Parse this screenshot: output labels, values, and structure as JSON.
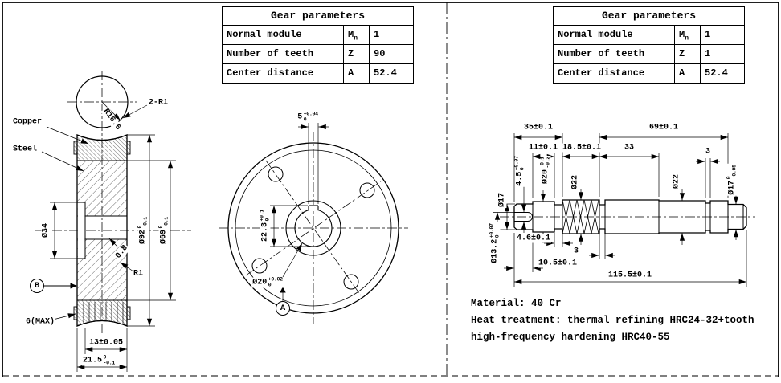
{
  "tables": {
    "wheel": {
      "title": "Gear parameters",
      "rows": [
        {
          "label": "Normal module",
          "sym": "M",
          "sub": "n",
          "val": "1"
        },
        {
          "label": "Number of teeth",
          "sym": "Z",
          "sub": "",
          "val": "90"
        },
        {
          "label": "Center distance",
          "sym": "A",
          "sub": "",
          "val": "52.4"
        }
      ]
    },
    "worm": {
      "title": "Gear parameters",
      "rows": [
        {
          "label": "Normal module",
          "sym": "M",
          "sub": "n",
          "val": "1"
        },
        {
          "label": "Number of teeth",
          "sym": "Z",
          "sub": "",
          "val": "1"
        },
        {
          "label": "Center distance",
          "sym": "A",
          "sub": "",
          "val": "52.4"
        }
      ]
    }
  },
  "wheel_view": {
    "copper": "Copper",
    "steel": "Steel",
    "corner": "2-R1",
    "throat": "R16.6",
    "bore": "Ø34",
    "od": {
      "v": "Ø92",
      "up": "0",
      "dn": "-0.1"
    },
    "hub": {
      "v": "Ø69",
      "up": "0",
      "dn": "-0.1"
    },
    "chamfer": "0.8",
    "fillet": "R1",
    "datum": "B",
    "copper_max": "6(MAX)",
    "rim_w": "13±0.05",
    "width": {
      "v": "21.5",
      "up": "0",
      "dn": "-0.1"
    }
  },
  "front_view": {
    "keyway_w": {
      "v": "5",
      "up": "+0.04",
      "dn": "0"
    },
    "keyway_d": {
      "v": "22.3",
      "up": "+0.1",
      "dn": "0"
    },
    "bore": {
      "v": "Ø20",
      "up": "+0.02",
      "dn": "0"
    },
    "datum": "A"
  },
  "shaft_view": {
    "len35": "35±0.1",
    "len69": "69±0.1",
    "len11": "11±0.1",
    "len18_5": "18.5±0.1",
    "len33": "33",
    "groove3_top": "3",
    "d17_left": "Ø17",
    "slot45": {
      "v": "4.5",
      "up": "+0.07",
      "dn": "0"
    },
    "d20": {
      "v": "Ø20",
      "up": "-0.1",
      "dn": "-0.2"
    },
    "d22_worm": "Ø22",
    "d22_mid": "Ø22",
    "d17_right": {
      "v": "Ø17",
      "up": "0",
      "dn": "-0.05"
    },
    "d13_2": {
      "v": "Ø13.2",
      "up": "+0.07",
      "dn": "0"
    },
    "len4_6": "4.6±0.1",
    "groove3_bot": "3",
    "len10_5": "10.5±0.1",
    "len115_5": "115.5±0.1"
  },
  "notes": {
    "l1": "Material: 40 Cr",
    "l2": "Heat treatment: thermal refining HRC24-32+tooth",
    "l3": "high-frequency hardening HRC40-55"
  }
}
